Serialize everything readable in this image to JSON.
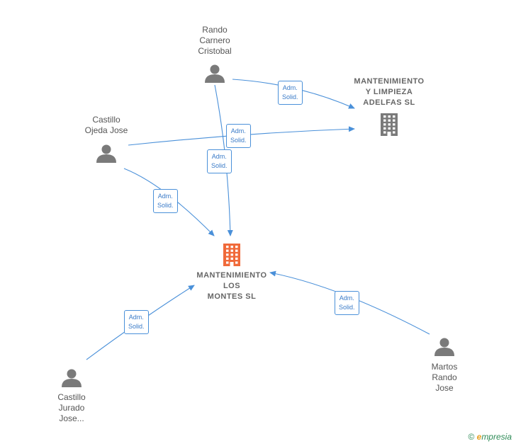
{
  "colors": {
    "edge": "#4a90d9",
    "person": "#7a7a7a",
    "company": "#7a7a7a",
    "company_main": "#f06a3a"
  },
  "nodes": [
    {
      "id": "rando",
      "type": "person",
      "label": "Rando\nCarnero\nCristobal",
      "icon": "person-icon"
    },
    {
      "id": "castillo_ojeda",
      "type": "person",
      "label": "Castillo\nOjeda Jose",
      "icon": "person-icon"
    },
    {
      "id": "mant_limp",
      "type": "company",
      "label": "MANTENIMIENTO\nY LIMPIEZA\nADELFAS SL",
      "icon": "building-icon"
    },
    {
      "id": "mant_montes",
      "type": "company_main",
      "label": "MANTENIMIENTO\nLOS\nMONTES SL",
      "icon": "building-icon"
    },
    {
      "id": "castillo_jurado",
      "type": "person",
      "label": "Castillo\nJurado\nJose...",
      "icon": "person-icon"
    },
    {
      "id": "martos",
      "type": "person",
      "label": "Martos\nRando\nJose",
      "icon": "person-icon"
    }
  ],
  "edges": [
    {
      "from": "rando",
      "to": "mant_limp",
      "label": "Adm.\nSolid."
    },
    {
      "from": "castillo_ojeda",
      "to": "mant_limp",
      "label": "Adm.\nSolid."
    },
    {
      "from": "rando",
      "to": "mant_montes",
      "label": "Adm.\nSolid."
    },
    {
      "from": "castillo_ojeda",
      "to": "mant_montes",
      "label": "Adm.\nSolid."
    },
    {
      "from": "castillo_jurado",
      "to": "mant_montes",
      "label": "Adm.\nSolid."
    },
    {
      "from": "martos",
      "to": "mant_montes",
      "label": "Adm.\nSolid."
    }
  ],
  "watermark": {
    "symbol": "©",
    "brand_initial": "e",
    "brand_rest": "mpresia"
  }
}
